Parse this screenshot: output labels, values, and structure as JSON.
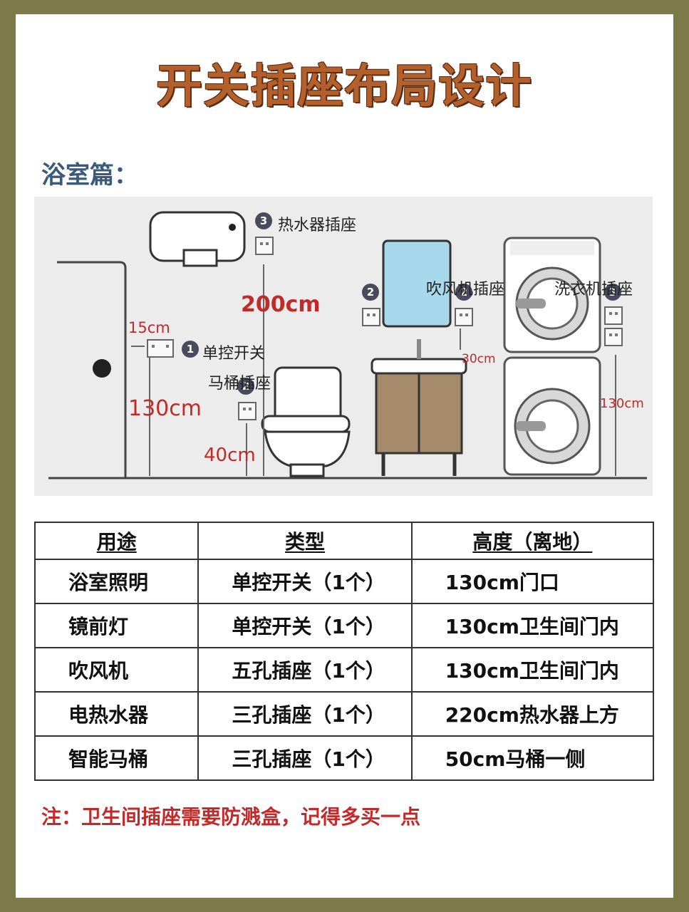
{
  "title": "开关插座布局设计",
  "section": "浴室篇：",
  "diagram": {
    "water_heater_label": "热水器插座",
    "height_200": "200cm",
    "switch_offset": "15cm",
    "switch_label": "单控开关",
    "height_130_left": "130cm",
    "toilet_label": "马桶插座",
    "height_40": "40cm",
    "dryer_label": "吹风机插座",
    "height_30": "30cm",
    "washer_label": "洗衣机插座",
    "height_130_right": "130cm",
    "badges": [
      "1",
      "2",
      "2",
      "2",
      "3",
      "3"
    ]
  },
  "table": {
    "headers": [
      "用途",
      "类型",
      "高度（离地）"
    ],
    "rows": [
      [
        "浴室照明",
        "单控开关（1个）",
        "130cm门口"
      ],
      [
        "镜前灯",
        "单控开关（1个）",
        "130cm卫生间门内"
      ],
      [
        "吹风机",
        "五孔插座（1个）",
        "130cm卫生间门内"
      ],
      [
        "电热水器",
        "三孔插座（1个）",
        "220cm热水器上方"
      ],
      [
        "智能马桶",
        "三孔插座（1个）",
        "50cm马桶一侧"
      ]
    ]
  },
  "note": "注：卫生间插座需要防溅盒，记得多买一点",
  "colors": {
    "frame": "#7d7a4a",
    "title": "#b4602c",
    "section": "#3a5a7c",
    "accent_red": "#c22a2a"
  }
}
